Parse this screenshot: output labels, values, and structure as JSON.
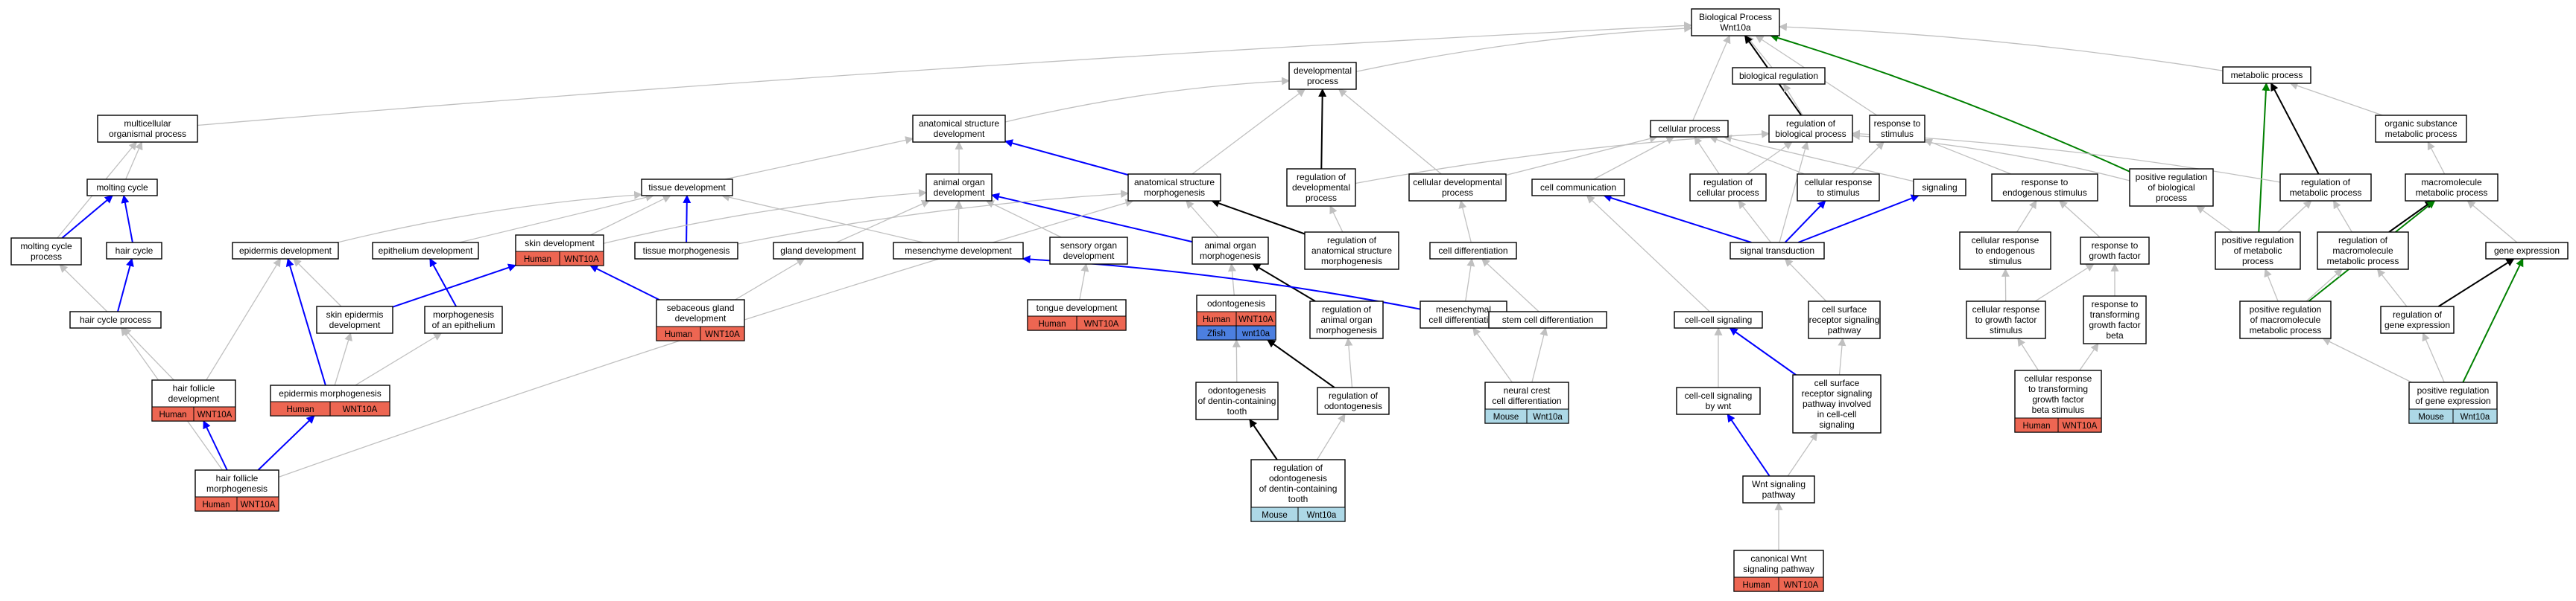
{
  "colors": {
    "grey_edge": "#c0c0c0",
    "blue_edge": "#0000ff",
    "black_edge": "#000000",
    "green_edge": "#008000",
    "human_tag": "#ed6652",
    "mouse_tag": "#add8e6",
    "zfish_tag": "#4c7fe0"
  },
  "nodes": {
    "bp": {
      "lines": [
        "Biological Process",
        "Wnt10a"
      ]
    },
    "dev": {
      "lines": [
        "developmental",
        "process"
      ]
    },
    "metab": {
      "lines": [
        "metabolic process"
      ]
    },
    "multicell": {
      "lines": [
        "multicellular",
        "organismal process"
      ]
    },
    "asd": {
      "lines": [
        "anatomical structure",
        "development"
      ]
    },
    "biolreg": {
      "lines": [
        "biological regulation"
      ]
    },
    "cellproc": {
      "lines": [
        "cellular process"
      ]
    },
    "regbio": {
      "lines": [
        "regulation of",
        "biological process"
      ]
    },
    "respstim": {
      "lines": [
        "response to",
        "stimulus"
      ]
    },
    "orgsub": {
      "lines": [
        "organic substance",
        "metabolic process"
      ]
    },
    "molting": {
      "lines": [
        "molting cycle"
      ]
    },
    "tissuedev": {
      "lines": [
        "tissue development"
      ]
    },
    "aod": {
      "lines": [
        "animal organ",
        "development"
      ]
    },
    "asm": {
      "lines": [
        "anatomical structure",
        "morphogenesis"
      ]
    },
    "regdev": {
      "lines": [
        "regulation of",
        "developmental",
        "process"
      ]
    },
    "celldev": {
      "lines": [
        "cellular developmental",
        "process"
      ]
    },
    "cellcomm": {
      "lines": [
        "cell communication"
      ]
    },
    "regcell": {
      "lines": [
        "regulation of",
        "cellular process"
      ]
    },
    "cellresp": {
      "lines": [
        "cellular response",
        "to stimulus"
      ]
    },
    "signaling": {
      "lines": [
        "signaling"
      ]
    },
    "respendo": {
      "lines": [
        "response to",
        "endogenous stimulus"
      ]
    },
    "posregbio": {
      "lines": [
        "positive regulation",
        "of biological",
        "process"
      ]
    },
    "regmetab": {
      "lines": [
        "regulation of",
        "metabolic process"
      ]
    },
    "macro": {
      "lines": [
        "macromolecule",
        "metabolic process"
      ]
    },
    "moltproc": {
      "lines": [
        "molting cycle",
        "process"
      ]
    },
    "haircycle": {
      "lines": [
        "hair cycle"
      ]
    },
    "epidev": {
      "lines": [
        "epidermis development"
      ]
    },
    "epithdev": {
      "lines": [
        "epithelium development"
      ]
    },
    "skindev": {
      "lines": [
        "skin development"
      ],
      "tags": [
        {
          "species": "Human",
          "gene": "WNT10A",
          "color": "human"
        }
      ]
    },
    "tissuemorph": {
      "lines": [
        "tissue morphogenesis"
      ]
    },
    "glanddev": {
      "lines": [
        "gland development"
      ]
    },
    "mesdev": {
      "lines": [
        "mesenchyme development"
      ]
    },
    "sensdev": {
      "lines": [
        "sensory organ",
        "development"
      ]
    },
    "aom": {
      "lines": [
        "animal organ",
        "morphogenesis"
      ]
    },
    "regasm": {
      "lines": [
        "regulation of",
        "anatomical structure",
        "morphogenesis"
      ]
    },
    "celldiff": {
      "lines": [
        "cell differentiation"
      ]
    },
    "sigtrans": {
      "lines": [
        "signal transduction"
      ]
    },
    "cellrespendo": {
      "lines": [
        "cellular response",
        "to endogenous",
        "stimulus"
      ]
    },
    "respgf": {
      "lines": [
        "response to",
        "growth factor"
      ]
    },
    "posregmet": {
      "lines": [
        "positive regulation",
        "of metabolic",
        "process"
      ]
    },
    "regmacro": {
      "lines": [
        "regulation of",
        "macromolecule",
        "metabolic process"
      ]
    },
    "geneexp": {
      "lines": [
        "gene expression"
      ]
    },
    "hcp": {
      "lines": [
        "hair cycle process"
      ]
    },
    "sed": {
      "lines": [
        "skin epidermis",
        "development"
      ]
    },
    "moe": {
      "lines": [
        "morphogenesis",
        "of an epithelium"
      ]
    },
    "sebdev": {
      "lines": [
        "sebaceous gland",
        "development"
      ],
      "tags": [
        {
          "species": "Human",
          "gene": "WNT10A",
          "color": "human"
        }
      ]
    },
    "tongue": {
      "lines": [
        "tongue development"
      ],
      "tags": [
        {
          "species": "Human",
          "gene": "WNT10A",
          "color": "human"
        }
      ]
    },
    "odonto": {
      "lines": [
        "odontogenesis"
      ],
      "tags": [
        {
          "species": "Human",
          "gene": "WNT10A",
          "color": "human"
        },
        {
          "species": "Zfish",
          "gene": "wnt10a",
          "color": "zfish"
        }
      ]
    },
    "regaom": {
      "lines": [
        "regulation of",
        "animal organ",
        "morphogenesis"
      ]
    },
    "mescelldiff": {
      "lines": [
        "mesenchymal",
        "cell differentiation"
      ]
    },
    "stemdiff": {
      "lines": [
        "stem cell differentiation"
      ]
    },
    "ccsig": {
      "lines": [
        "cell-cell signaling"
      ]
    },
    "csrsp": {
      "lines": [
        "cell surface",
        "receptor signaling",
        "pathway"
      ]
    },
    "crgf": {
      "lines": [
        "cellular response",
        "to growth factor",
        "stimulus"
      ]
    },
    "rtgfb": {
      "lines": [
        "response to",
        "transforming",
        "growth factor",
        "beta"
      ]
    },
    "posregmacro": {
      "lines": [
        "positive regulation",
        "of macromolecule",
        "metabolic process"
      ]
    },
    "reggene": {
      "lines": [
        "regulation of",
        "gene expression"
      ]
    },
    "hfd": {
      "lines": [
        "hair follicle",
        "development"
      ],
      "tags": [
        {
          "species": "Human",
          "gene": "WNT10A",
          "color": "human"
        }
      ]
    },
    "epimorph": {
      "lines": [
        "epidermis morphogenesis"
      ],
      "tags": [
        {
          "species": "Human",
          "gene": "WNT10A",
          "color": "human"
        }
      ]
    },
    "odontodct": {
      "lines": [
        "odontogenesis",
        "of dentin-containing",
        "tooth"
      ]
    },
    "regodonto": {
      "lines": [
        "regulation of",
        "odontogenesis"
      ]
    },
    "ncdiff": {
      "lines": [
        "neural crest",
        "cell differentiation"
      ],
      "tags": [
        {
          "species": "Mouse",
          "gene": "Wnt10a",
          "color": "mouse"
        }
      ]
    },
    "ccwnt": {
      "lines": [
        "cell-cell signaling",
        "by wnt"
      ]
    },
    "csrspcc": {
      "lines": [
        "cell surface",
        "receptor signaling",
        "pathway involved",
        "in cell-cell",
        "signaling"
      ]
    },
    "crtgfb": {
      "lines": [
        "cellular response",
        "to transforming",
        "growth factor",
        "beta stimulus"
      ],
      "tags": [
        {
          "species": "Human",
          "gene": "WNT10A",
          "color": "human"
        }
      ]
    },
    "posreggene": {
      "lines": [
        "positive regulation",
        "of gene expression"
      ],
      "tags": [
        {
          "species": "Mouse",
          "gene": "Wnt10a",
          "color": "mouse"
        }
      ]
    },
    "hfm": {
      "lines": [
        "hair follicle",
        "morphogenesis"
      ],
      "tags": [
        {
          "species": "Human",
          "gene": "WNT10A",
          "color": "human"
        }
      ]
    },
    "wntpath": {
      "lines": [
        "Wnt signaling",
        "pathway"
      ]
    },
    "regodontodct": {
      "lines": [
        "regulation of",
        "odontogenesis",
        "of dentin-containing",
        "tooth"
      ],
      "tags": [
        {
          "species": "Mouse",
          "gene": "Wnt10a",
          "color": "mouse"
        }
      ]
    },
    "canwnt": {
      "lines": [
        "canonical Wnt",
        "signaling pathway"
      ],
      "tags": [
        {
          "species": "Human",
          "gene": "WNT10A",
          "color": "human"
        }
      ]
    }
  },
  "edges": [
    [
      "dev",
      "bp",
      "grey"
    ],
    [
      "metab",
      "bp",
      "grey"
    ],
    [
      "biolreg",
      "bp",
      "grey"
    ],
    [
      "cellproc",
      "bp",
      "grey"
    ],
    [
      "regbio",
      "bp",
      "black"
    ],
    [
      "respstim",
      "bp",
      "grey"
    ],
    [
      "posregbio",
      "bp",
      "green"
    ],
    [
      "multicell",
      "bp",
      "grey"
    ],
    [
      "asd",
      "dev",
      "grey"
    ],
    [
      "regdev",
      "dev",
      "black"
    ],
    [
      "celldev",
      "dev",
      "grey"
    ],
    [
      "asm",
      "dev",
      "grey"
    ],
    [
      "regmetab",
      "metab",
      "black"
    ],
    [
      "posregmet",
      "metab",
      "green"
    ],
    [
      "orgsub",
      "metab",
      "grey"
    ],
    [
      "molting",
      "multicell",
      "grey"
    ],
    [
      "moltproc",
      "multicell",
      "grey"
    ],
    [
      "tissuedev",
      "asd",
      "grey"
    ],
    [
      "aod",
      "asd",
      "grey"
    ],
    [
      "asm",
      "asd",
      "blue"
    ],
    [
      "regbio",
      "biolreg",
      "grey"
    ],
    [
      "celldev",
      "cellproc",
      "grey"
    ],
    [
      "cellcomm",
      "cellproc",
      "grey"
    ],
    [
      "regcell",
      "cellproc",
      "grey"
    ],
    [
      "cellresp",
      "cellproc",
      "grey"
    ],
    [
      "signaling",
      "cellproc",
      "grey"
    ],
    [
      "regdev",
      "regbio",
      "grey"
    ],
    [
      "regcell",
      "regbio",
      "grey"
    ],
    [
      "posregbio",
      "regbio",
      "grey"
    ],
    [
      "regmetab",
      "regbio",
      "grey"
    ],
    [
      "sigtrans",
      "regbio",
      "grey"
    ],
    [
      "cellresp",
      "respstim",
      "grey"
    ],
    [
      "respendo",
      "respstim",
      "grey"
    ],
    [
      "macro",
      "orgsub",
      "grey"
    ],
    [
      "moltproc",
      "molting",
      "blue"
    ],
    [
      "haircycle",
      "molting",
      "blue"
    ],
    [
      "epidev",
      "tissuedev",
      "grey"
    ],
    [
      "epithdev",
      "tissuedev",
      "grey"
    ],
    [
      "skindev",
      "tissuedev",
      "grey"
    ],
    [
      "tissuemorph",
      "tissuedev",
      "blue"
    ],
    [
      "mesdev",
      "tissuedev",
      "grey"
    ],
    [
      "aom",
      "aod",
      "blue"
    ],
    [
      "glanddev",
      "aod",
      "grey"
    ],
    [
      "sensdev",
      "aod",
      "grey"
    ],
    [
      "skindev",
      "aod",
      "grey"
    ],
    [
      "mesdev",
      "aod",
      "grey"
    ],
    [
      "aom",
      "asm",
      "grey"
    ],
    [
      "tissuemorph",
      "asm",
      "grey"
    ],
    [
      "regasm",
      "asm",
      "black"
    ],
    [
      "regasm",
      "regdev",
      "grey"
    ],
    [
      "celldiff",
      "celldev",
      "grey"
    ],
    [
      "sigtrans",
      "cellcomm",
      "blue"
    ],
    [
      "sigtrans",
      "cellresp",
      "blue"
    ],
    [
      "sigtrans",
      "signaling",
      "blue"
    ],
    [
      "sigtrans",
      "regcell",
      "grey"
    ],
    [
      "cellrespendo",
      "respendo",
      "grey"
    ],
    [
      "respgf",
      "respendo",
      "grey"
    ],
    [
      "posregmet",
      "posregbio",
      "grey"
    ],
    [
      "posregmet",
      "regmetab",
      "grey"
    ],
    [
      "regmacro",
      "regmetab",
      "grey"
    ],
    [
      "regmacro",
      "macro",
      "black"
    ],
    [
      "geneexp",
      "macro",
      "grey"
    ],
    [
      "posregmacro",
      "macro",
      "green"
    ],
    [
      "hcp",
      "moltproc",
      "grey"
    ],
    [
      "hcp",
      "haircycle",
      "blue"
    ],
    [
      "sed",
      "epidev",
      "grey"
    ],
    [
      "sed",
      "skindev",
      "blue"
    ],
    [
      "moe",
      "epithdev",
      "blue"
    ],
    [
      "sebdev",
      "skindev",
      "blue"
    ],
    [
      "sebdev",
      "glanddev",
      "grey"
    ],
    [
      "tongue",
      "sensdev",
      "grey"
    ],
    [
      "odonto",
      "aom",
      "grey"
    ],
    [
      "regaom",
      "aom",
      "black"
    ],
    [
      "mescelldiff",
      "mesdev",
      "blue"
    ],
    [
      "mescelldiff",
      "celldiff",
      "grey"
    ],
    [
      "stemdiff",
      "celldiff",
      "grey"
    ],
    [
      "ccsig",
      "cellcomm",
      "grey"
    ],
    [
      "csrsp",
      "sigtrans",
      "grey"
    ],
    [
      "crgf",
      "cellrespendo",
      "grey"
    ],
    [
      "crgf",
      "respgf",
      "grey"
    ],
    [
      "rtgfb",
      "respgf",
      "grey"
    ],
    [
      "posregmacro",
      "posregmet",
      "grey"
    ],
    [
      "posregmacro",
      "regmacro",
      "grey"
    ],
    [
      "reggene",
      "regmacro",
      "grey"
    ],
    [
      "reggene",
      "geneexp",
      "black"
    ],
    [
      "hfd",
      "hcp",
      "grey"
    ],
    [
      "hfd",
      "epidev",
      "grey"
    ],
    [
      "epimorph",
      "epidev",
      "blue"
    ],
    [
      "epimorph",
      "sed",
      "grey"
    ],
    [
      "epimorph",
      "moe",
      "grey"
    ],
    [
      "odontodct",
      "odonto",
      "grey"
    ],
    [
      "regodonto",
      "odonto",
      "black"
    ],
    [
      "regodonto",
      "regaom",
      "grey"
    ],
    [
      "ncdiff",
      "mescelldiff",
      "grey"
    ],
    [
      "ncdiff",
      "stemdiff",
      "grey"
    ],
    [
      "ccwnt",
      "ccsig",
      "grey"
    ],
    [
      "csrspcc",
      "ccsig",
      "blue"
    ],
    [
      "csrspcc",
      "csrsp",
      "grey"
    ],
    [
      "crtgfb",
      "crgf",
      "grey"
    ],
    [
      "crtgfb",
      "rtgfb",
      "grey"
    ],
    [
      "posreggene",
      "posregmacro",
      "grey"
    ],
    [
      "posreggene",
      "reggene",
      "grey"
    ],
    [
      "posreggene",
      "geneexp",
      "green"
    ],
    [
      "hfm",
      "hfd",
      "blue"
    ],
    [
      "hfm",
      "epimorph",
      "blue"
    ],
    [
      "hfm",
      "hcp",
      "grey"
    ],
    [
      "hfm",
      "asm",
      "grey"
    ],
    [
      "wntpath",
      "ccwnt",
      "blue"
    ],
    [
      "wntpath",
      "csrspcc",
      "grey"
    ],
    [
      "regodontodct",
      "odontodct",
      "black"
    ],
    [
      "regodontodct",
      "regodonto",
      "grey"
    ],
    [
      "canwnt",
      "wntpath",
      "grey"
    ]
  ]
}
